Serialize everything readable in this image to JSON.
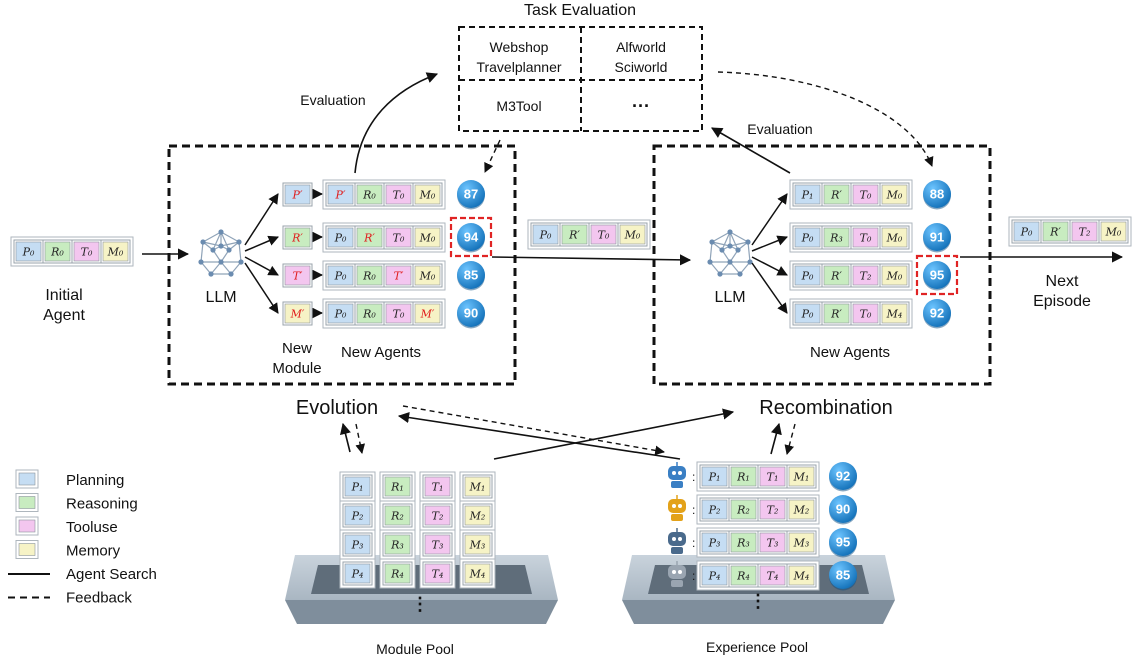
{
  "colors": {
    "planning": "#c5ddf3",
    "reasoning": "#c8ecc0",
    "tooluse": "#f3c6ef",
    "memory": "#f6f3c6",
    "score": "#1f8fd8",
    "highlight": "#e02424",
    "modified": "#e01b1b"
  },
  "task_evaluation": {
    "title": "Task Evaluation",
    "cells": [
      "Webshop",
      "Travelplanner",
      "Alfworld",
      "Sciworld",
      "M3Tool",
      "···"
    ]
  },
  "labels": {
    "evaluation_left": "Evaluation",
    "evaluation_right": "Evaluation",
    "initial_agent": [
      "Initial",
      "Agent"
    ],
    "llm_left": "LLM",
    "llm_right": "LLM",
    "new_module": [
      "New",
      "Module"
    ],
    "new_agents_left": "New Agents",
    "new_agents_right": "New Agents",
    "next_episode": [
      "Next",
      "Episode"
    ],
    "evolution": "Evolution",
    "recombination": "Recombination",
    "module_pool": "Module Pool",
    "experience_pool": "Experience Pool",
    "vertical_dots": "⋮"
  },
  "agents": {
    "initial": [
      "P₀",
      "R₀",
      "T₀",
      "M₀"
    ],
    "middle": [
      "P₀",
      "R′",
      "T₀",
      "M₀"
    ],
    "next": [
      "P₀",
      "R′",
      "T₂",
      "M₀"
    ]
  },
  "evolution": {
    "new_modules": [
      "P′",
      "R′",
      "T′",
      "M′"
    ],
    "agents": [
      {
        "cells": [
          "P′",
          "R₀",
          "T₀",
          "M₀"
        ],
        "mod": 0,
        "score": "87"
      },
      {
        "cells": [
          "P₀",
          "R′",
          "T₀",
          "M₀"
        ],
        "mod": 1,
        "score": "94"
      },
      {
        "cells": [
          "P₀",
          "R₀",
          "T′",
          "M₀"
        ],
        "mod": 2,
        "score": "85"
      },
      {
        "cells": [
          "P₀",
          "R₀",
          "T₀",
          "M′"
        ],
        "mod": 3,
        "score": "90"
      }
    ],
    "best_index": 1
  },
  "recombination": {
    "agents": [
      {
        "cells": [
          "P₁",
          "R′",
          "T₀",
          "M₀"
        ],
        "score": "88"
      },
      {
        "cells": [
          "P₀",
          "R₃",
          "T₀",
          "M₀"
        ],
        "score": "91"
      },
      {
        "cells": [
          "P₀",
          "R′",
          "T₂",
          "M₀"
        ],
        "score": "95"
      },
      {
        "cells": [
          "P₀",
          "R′",
          "T₀",
          "M₄"
        ],
        "score": "92"
      }
    ],
    "best_index": 2
  },
  "module_pool": {
    "columns": [
      [
        "P₁",
        "P₂",
        "P₃",
        "P₄"
      ],
      [
        "R₁",
        "R₂",
        "R₃",
        "R₄"
      ],
      [
        "T₁",
        "T₂",
        "T₃",
        "T₄"
      ],
      [
        "M₁",
        "M₂",
        "M₃",
        "M₄"
      ]
    ]
  },
  "experience_pool": {
    "rows": [
      {
        "cells": [
          "P₁",
          "R₁",
          "T₁",
          "M₁"
        ],
        "score": "92"
      },
      {
        "cells": [
          "P₂",
          "R₂",
          "T₂",
          "M₂"
        ],
        "score": "90"
      },
      {
        "cells": [
          "P₃",
          "R₃",
          "T₃",
          "M₃"
        ],
        "score": "95"
      },
      {
        "cells": [
          "P₄",
          "R₄",
          "T₄",
          "M₄"
        ],
        "score": "85"
      }
    ]
  },
  "legend": [
    {
      "label": "Planning",
      "kind": "planning"
    },
    {
      "label": "Reasoning",
      "kind": "reasoning"
    },
    {
      "label": "Tooluse",
      "kind": "tooluse"
    },
    {
      "label": "Memory",
      "kind": "memory"
    },
    {
      "label": "Agent Search",
      "kind": "solid"
    },
    {
      "label": "Feedback",
      "kind": "dashed"
    }
  ]
}
